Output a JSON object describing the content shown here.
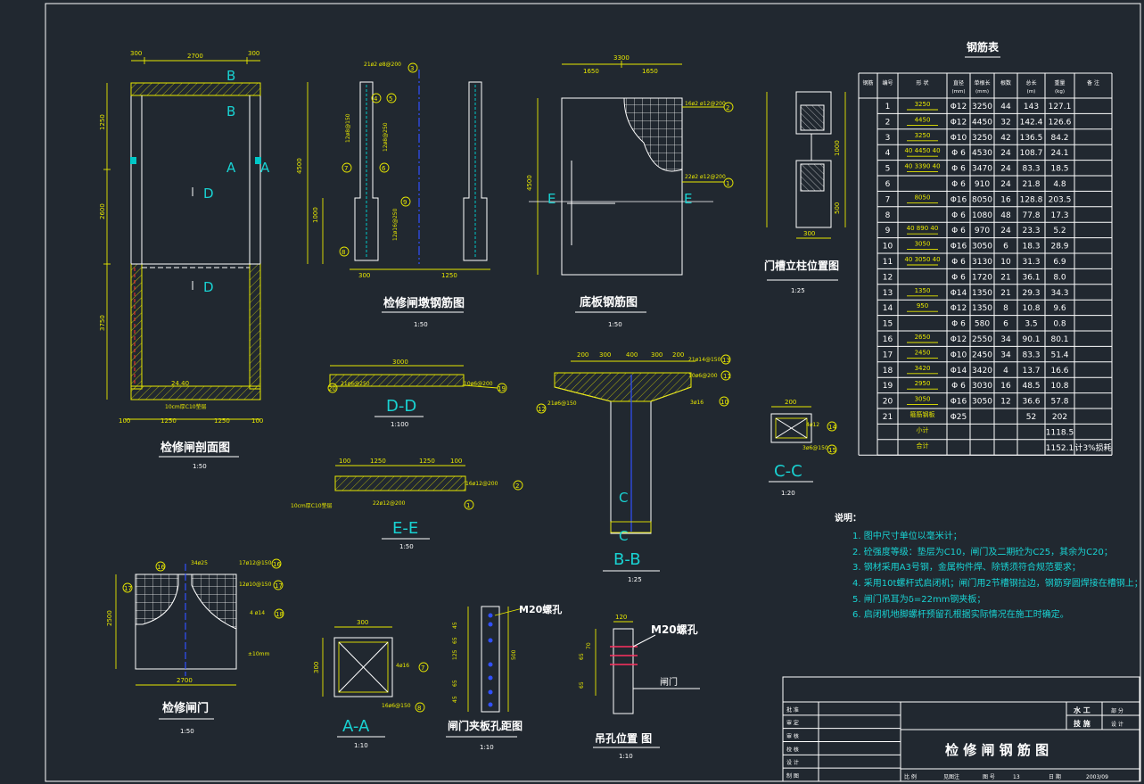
{
  "colors": {
    "background": "#212830",
    "line": "#ffffff",
    "dimension": "#e8e800",
    "label": "#19d2d2",
    "section": "#00c8c8"
  },
  "drawing": {
    "views": {
      "section": {
        "title": "检修闸剖面图",
        "scale": "1:50",
        "top_dims": [
          "300",
          "2700",
          "300"
        ],
        "bottom_dims": [
          "100",
          "1250",
          "1250",
          "100"
        ],
        "left_dims": [
          "1250",
          "2600",
          "3750"
        ],
        "labels": [
          "B",
          "B",
          "A",
          "A",
          "D",
          "D"
        ],
        "elevation": "24.40",
        "note": "10cm厚C10垫层"
      },
      "pier": {
        "title": "检修闸墩钢筋图",
        "scale": "1:50",
        "callouts": [
          "3",
          "4",
          "5",
          "6",
          "7",
          "8",
          "9"
        ],
        "notes": [
          "21ø2 ø8@200",
          "12ø8@150",
          "12ø8@250",
          "12ø16@250"
        ],
        "dims": [
          "4500",
          "1000",
          "1250",
          "300"
        ]
      },
      "base": {
        "title": "底板钢筋图",
        "scale": "1:50",
        "top_dims": [
          "3300",
          "1650",
          "1650"
        ],
        "height": "4500",
        "notes": [
          "16ø2 ø12@200",
          "22ø2 ø12@200"
        ],
        "callouts": [
          "1",
          "2"
        ],
        "labels": [
          "E",
          "E"
        ]
      },
      "slot": {
        "title": "门槽立柱位置图",
        "scale": "1:25",
        "dims": [
          "300",
          "1000",
          "500"
        ]
      },
      "dd": {
        "title": "D-D",
        "scale": "1:100",
        "dim": "3000",
        "callouts": [
          "20",
          "19"
        ],
        "notes": [
          "21ø6@250",
          "10ø6@200"
        ]
      },
      "ee": {
        "title": "E-E",
        "scale": "1:50",
        "dims": [
          "100",
          "1250",
          "1250",
          "100"
        ],
        "callouts": [
          "2",
          "1"
        ],
        "notes": [
          "16ø12@200",
          "22ø12@200",
          "10cm厚C10垫层"
        ]
      },
      "bb": {
        "title": "B-B",
        "scale": "1:25",
        "dims": [
          "200",
          "300",
          "400",
          "300",
          "200"
        ],
        "callouts": [
          "13",
          "11",
          "12",
          "10"
        ],
        "notes": [
          "21ø14@150",
          "10ø6@200",
          "21ø6@150",
          "3ø16"
        ],
        "labels": [
          "C",
          "C"
        ]
      },
      "cc": {
        "title": "C-C",
        "scale": "1:20",
        "dim": "200",
        "callouts": [
          "14",
          "15"
        ],
        "notes": [
          "4ø12",
          "3ø6@150"
        ]
      },
      "gate": {
        "title": "检修闸门",
        "scale": "1:50",
        "width": "2700",
        "height": "2500",
        "callouts": [
          "16",
          "17",
          "16",
          "17",
          "18"
        ],
        "notes": [
          "34ø25",
          "17ø12@150",
          "12ø10@150",
          "4 ø14",
          "±10mm"
        ]
      },
      "aa": {
        "title": "A-A",
        "scale": "1:10",
        "dims": [
          "300",
          "300"
        ],
        "callouts": [
          "7",
          "8"
        ],
        "notes": [
          "4ø16",
          "16ø6@150"
        ]
      },
      "clamp": {
        "title": "闸门夹板孔距图",
        "scale": "1:10",
        "bolt": "M20螺孔",
        "dims": [
          "45",
          "65",
          "125",
          "65",
          "45",
          "500"
        ]
      },
      "hoist": {
        "title": "吊孔位置 图",
        "scale": "1:10",
        "bolt": "M20螺孔",
        "dims": [
          "120",
          "70",
          "65",
          "65"
        ],
        "label": "闸门"
      }
    },
    "rebar_table": {
      "title": "钢筋表",
      "headers": [
        "钢筋",
        "编号",
        "形  状",
        "直径 (mm)",
        "单根长 (mm)",
        "根数",
        "总长 (m)",
        "重量 (kg)",
        "备 注"
      ],
      "rows": [
        [
          "",
          "1",
          "3250",
          "Φ12",
          "3250",
          "44",
          "143",
          "127.1",
          ""
        ],
        [
          "",
          "2",
          "4450",
          "Φ12",
          "4450",
          "32",
          "142.4",
          "126.6",
          ""
        ],
        [
          "",
          "3",
          "3250",
          "Φ10",
          "3250",
          "42",
          "136.5",
          "84.2",
          ""
        ],
        [
          "",
          "4",
          "40 4450 40",
          "Φ 6",
          "4530",
          "24",
          "108.7",
          "24.1",
          ""
        ],
        [
          "",
          "5",
          "40 3390 40",
          "Φ 6",
          "3470",
          "24",
          "83.3",
          "18.5",
          ""
        ],
        [
          "",
          "6",
          "",
          "Φ 6",
          "910",
          "24",
          "21.8",
          "4.8",
          ""
        ],
        [
          "",
          "7",
          "8050",
          "Φ16",
          "8050",
          "16",
          "128.8",
          "203.5",
          ""
        ],
        [
          "",
          "8",
          "",
          "Φ 6",
          "1080",
          "48",
          "77.8",
          "17.3",
          ""
        ],
        [
          "",
          "9",
          "40 890 40",
          "Φ 6",
          "970",
          "24",
          "23.3",
          "5.2",
          ""
        ],
        [
          "",
          "10",
          "3050",
          "Φ16",
          "3050",
          "6",
          "18.3",
          "28.9",
          ""
        ],
        [
          "",
          "11",
          "40 3050 40",
          "Φ 6",
          "3130",
          "10",
          "31.3",
          "6.9",
          ""
        ],
        [
          "",
          "12",
          "",
          "Φ 6",
          "1720",
          "21",
          "36.1",
          "8.0",
          ""
        ],
        [
          "",
          "13",
          "1350",
          "Φ14",
          "1350",
          "21",
          "29.3",
          "34.3",
          ""
        ],
        [
          "",
          "14",
          "950",
          "Φ12",
          "1350",
          "8",
          "10.8",
          "9.6",
          ""
        ],
        [
          "",
          "15",
          "",
          "Φ 6",
          "580",
          "6",
          "3.5",
          "0.8",
          ""
        ],
        [
          "",
          "16",
          "2650",
          "Φ12",
          "2550",
          "34",
          "90.1",
          "80.1",
          ""
        ],
        [
          "",
          "17",
          "2450",
          "Φ10",
          "2450",
          "34",
          "83.3",
          "51.4",
          ""
        ],
        [
          "",
          "18",
          "3420",
          "Φ14",
          "3420",
          "4",
          "13.7",
          "16.6",
          ""
        ],
        [
          "",
          "19",
          "2950",
          "Φ 6",
          "3030",
          "16",
          "48.5",
          "10.8",
          ""
        ],
        [
          "",
          "20",
          "3050",
          "Φ16",
          "3050",
          "12",
          "36.6",
          "57.8",
          ""
        ],
        [
          "",
          "21",
          "箍筋钢板",
          "Φ25",
          "",
          "",
          "52",
          "202",
          ""
        ],
        [
          "",
          "",
          "小计",
          "",
          "",
          "",
          "",
          "1118.5",
          ""
        ],
        [
          "",
          "",
          "合计",
          "",
          "",
          "",
          "",
          "1152.1",
          "计3%损耗"
        ]
      ]
    },
    "notes": {
      "heading": "说明：",
      "items": [
        "1. 图中尺寸单位以毫米计；",
        "2. 砼强度等级：垫层为C10，闸门及二期砼为C25，其余为C20；",
        "3. 钢材采用A3号钢，金属构件焊、除锈须符合规范要求；",
        "4. 采用10t螺杆式启闭机；闸门用2节槽钢拉边，钢筋穿圆焊接在槽钢上；",
        "5. 闸门吊耳为δ=22mm钢夹板；",
        "6. 启闭机地脚螺杆预留孔根据实际情况在施工时确定。"
      ]
    },
    "title_block": {
      "left_labels": [
        "批 准",
        "审 定",
        "审 核",
        "校 核",
        "设 计",
        "制 图"
      ],
      "right_top": [
        [
          "水 工",
          "部 分"
        ],
        [
          "技 施",
          "设 计"
        ]
      ],
      "drawing_title": "检 修 闸 钢 筋 图",
      "bottom": [
        "比 例",
        "见图注",
        "图 号",
        "13",
        "日 期",
        "2003/09"
      ]
    }
  }
}
